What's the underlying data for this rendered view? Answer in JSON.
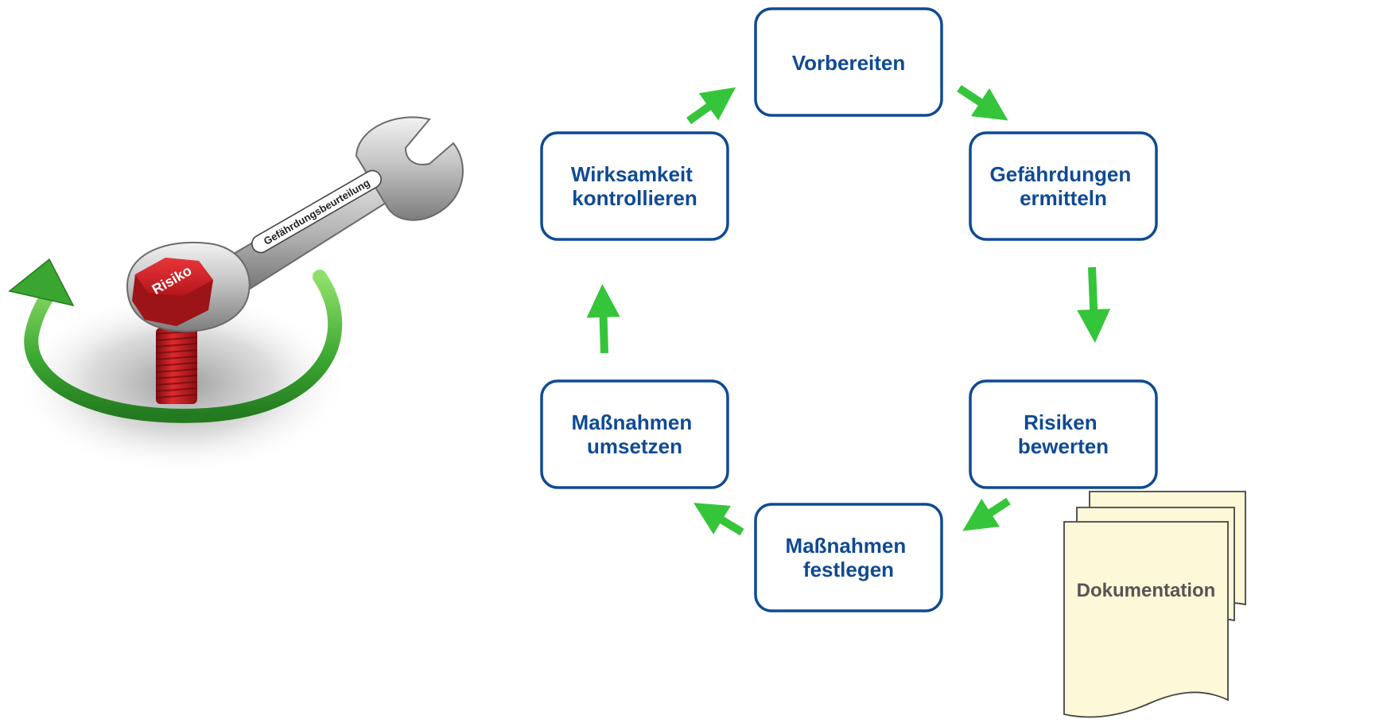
{
  "colors": {
    "box_border": "#0f4a94",
    "box_text": "#0f4a94",
    "arrow_green": "#35c53a",
    "doc_text": "#555555",
    "bolt_red": "#c9191e"
  },
  "illustration": {
    "wrench_label": "Gefährdungsbeurteilung",
    "bolt_label": "Risiko"
  },
  "steps": [
    {
      "id": "vorbereiten",
      "line1": "Vorbereiten",
      "line2": ""
    },
    {
      "id": "gefaehrdungen",
      "line1": "Gefährdungen",
      "line2": "ermitteln"
    },
    {
      "id": "risiken",
      "line1": "Risiken",
      "line2": "bewerten"
    },
    {
      "id": "festlegen",
      "line1": "Maßnahmen",
      "line2": "festlegen"
    },
    {
      "id": "umsetzen",
      "line1": "Maßnahmen",
      "line2": "umsetzen"
    },
    {
      "id": "wirksamkeit",
      "line1": "Wirksamkeit",
      "line2": "kontrollieren"
    }
  ],
  "documentation": {
    "label": "Dokumentation"
  }
}
